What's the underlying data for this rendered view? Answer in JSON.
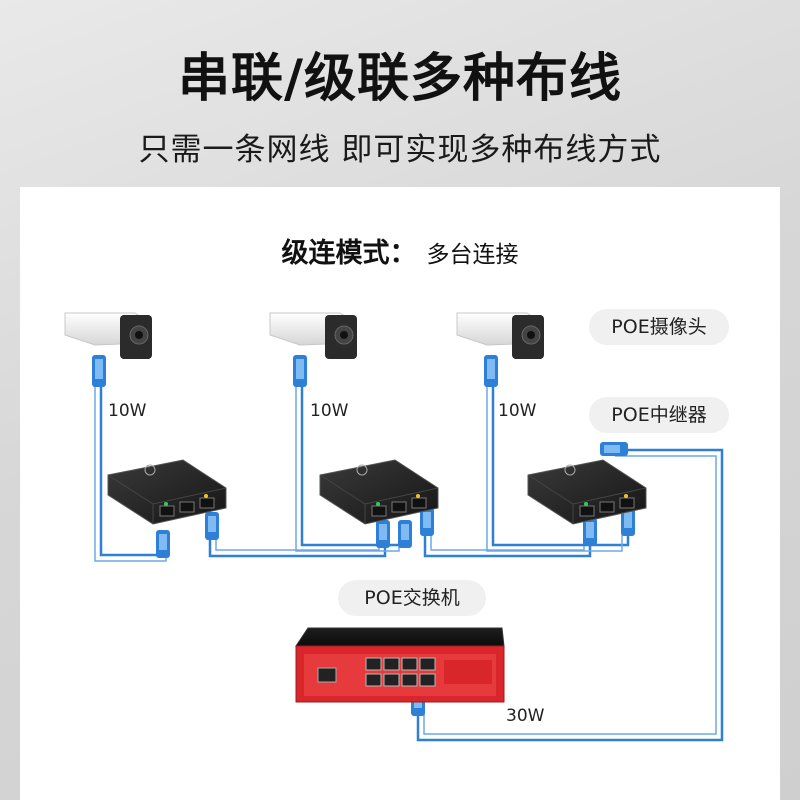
{
  "header": {
    "title": "串联/级联多种布线",
    "subtitle": "只需一条网线 即可实现多种布线方式"
  },
  "diagram": {
    "mode_label": "级连模式：",
    "mode_desc": "多台连接",
    "labels": {
      "camera": "POE摄像头",
      "repeater": "POE中继器",
      "switch": "POE交换机"
    },
    "power": {
      "camera_1": "10W",
      "camera_2": "10W",
      "camera_3": "10W",
      "uplink": "30W"
    },
    "colors": {
      "cable": "#2e7fd6",
      "switch_body": "#d8262a",
      "repeater_body": "#1e1e1e"
    }
  }
}
